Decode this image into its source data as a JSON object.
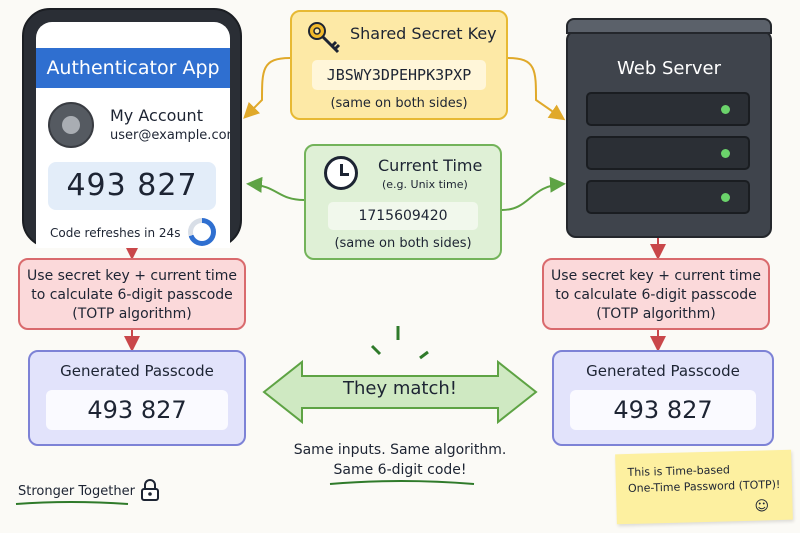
{
  "phone": {
    "app_title": "Authenticator App",
    "account_name": "My Account",
    "account_email": "user@example.com",
    "code": "493 827",
    "refresh_text": "Code refreshes in 24s",
    "refresh_progress": 0.7
  },
  "secret_key": {
    "title": "Shared Secret Key",
    "value": "JBSWY3DPEHPK3PXP",
    "note": "(same on both sides)"
  },
  "current_time": {
    "title": "Current Time",
    "subtitle": "(e.g. Unix time)",
    "value": "1715609420",
    "note": "(same on both sides)"
  },
  "server": {
    "title": "Web Server"
  },
  "process": {
    "line1": "Use secret key + current time",
    "line2": "to calculate 6-digit passcode",
    "line3": "(TOTP algorithm)"
  },
  "passcode": {
    "title": "Generated Passcode",
    "value": "493 827"
  },
  "match": {
    "label": "They match!",
    "line1": "Same inputs. Same algorithm.",
    "line2": "Same 6-digit code!"
  },
  "tagline": "Stronger Together",
  "sticky": {
    "line1": "This is Time-based",
    "line2": "One-Time Password (TOTP)!",
    "smiley": "☺"
  },
  "colors": {
    "app_blue": "#2f6fd0",
    "key_yellow": "#fde9a6",
    "time_green": "#dff0d6",
    "process_red": "#fbd9da",
    "passcode_purple": "#e2e3fb",
    "server_dark": "#3f444c"
  }
}
